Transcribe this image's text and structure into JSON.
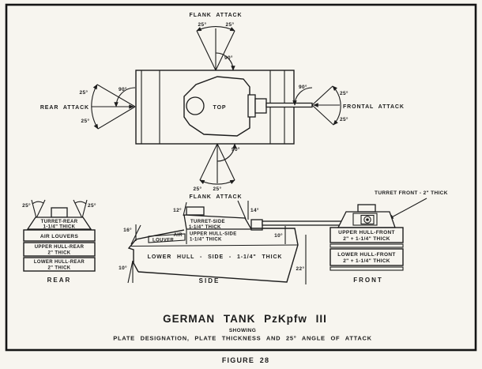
{
  "figure": {
    "caption": "FIGURE 28"
  },
  "title": {
    "main": "GERMAN TANK PzKpfw III",
    "showing": "SHOWING",
    "subtitle": "PLATE DESIGNATION, PLATE THICKNESS AND 25° ANGLE OF ATTACK"
  },
  "top_view": {
    "hull_label": "TOP",
    "flank_top": {
      "label": "FLANK ATTACK",
      "left_angle": "25°",
      "right_angle": "25°",
      "normal_angle": "90°"
    },
    "flank_bottom": {
      "label": "FLANK ATTACK",
      "left_angle": "25°",
      "right_angle": "25°",
      "normal_angle": "90°"
    },
    "rear": {
      "label": "REAR ATTACK",
      "upper_angle": "25°",
      "lower_angle": "25°",
      "normal_angle": "90°"
    },
    "frontal": {
      "label": "FRONTAL ATTACK",
      "upper_angle": "25°",
      "lower_angle": "25°",
      "normal_angle": "90°"
    }
  },
  "rear_view": {
    "caption": "REAR",
    "left_angle": "25°",
    "right_angle": "25°",
    "turret_line1": "TURRET-REAR",
    "turret_line2": "1-1/4\" THICK",
    "air_row": "AIR LOUVERS",
    "upper_line1": "UPPER HULL-REAR",
    "upper_line2": "2\" THICK",
    "lower_line1": "LOWER HULL-REAR",
    "lower_line2": "2\" THICK"
  },
  "side_view": {
    "caption": "SIDE",
    "turret_left_angle": "12°",
    "turret_right_angle": "14°",
    "rear_upper_angle": "16°",
    "rear_lower_angle": "10°",
    "front_upper_angle": "10°",
    "front_lower_angle": "22°",
    "turret_line1": "TURRET-SIDE",
    "turret_line2": "1-1/4\" THICK",
    "air_line1": "AIR",
    "air_line2": "LOUVER",
    "upper_line1": "UPPER HULL-SIDE",
    "upper_line2": "1-1/4\" THICK",
    "lower_label": "LOWER HULL - SIDE - 1-1/4\" THICK"
  },
  "front_view": {
    "caption": "FRONT",
    "turret_note": "TURRET FRONT - 2\" THICK",
    "upper_line1": "UPPER HULL-FRONT",
    "upper_line2": "2\" + 1-1/4\" THICK",
    "lower_line1": "LOWER HULL-FRONT",
    "lower_line2": "2\" + 1-1/4\" THICK"
  }
}
